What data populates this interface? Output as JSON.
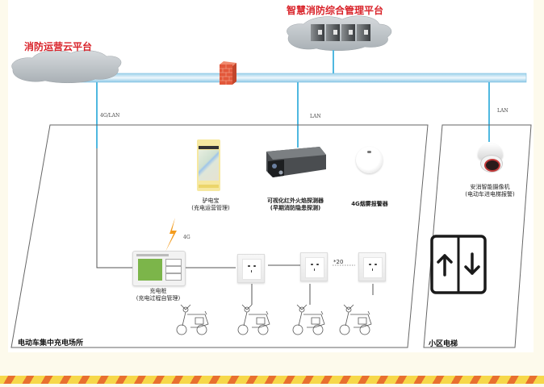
{
  "diagram": {
    "title_smart_platform": "智慧消防综合管理平台",
    "title_ops_cloud": "消防运营云平台",
    "links": {
      "left_link": "4G/LAN",
      "center_link": "LAN",
      "right_link": "LAN",
      "wireless_link": "4G",
      "outlet_count": "*20"
    },
    "devices": {
      "app": {
        "name": "驴电宝",
        "desc": "(充电运营管理)"
      },
      "flame_detector": {
        "name": "可视化红外火焰探测器",
        "desc": "(早期消防隐患探测)"
      },
      "smoke_alarm": {
        "name": "4G烟雾报警器"
      },
      "camera": {
        "name": "安消智能摄像机",
        "desc": "(电动车进电梯报警)"
      },
      "charger": {
        "name": "充电桩",
        "desc": "(充电过程自管理)"
      }
    },
    "zones": {
      "charging_area": "电动车集中充电场所",
      "elevator_area": "小区电梯"
    },
    "colors": {
      "title_red": "#d9232a",
      "link_blue": "#4fb8e0",
      "bolt_orange": "#f39c1f",
      "stripe_yellow": "#f6d84a",
      "stripe_orange": "#e8702f",
      "background": "#fdfaec"
    }
  }
}
